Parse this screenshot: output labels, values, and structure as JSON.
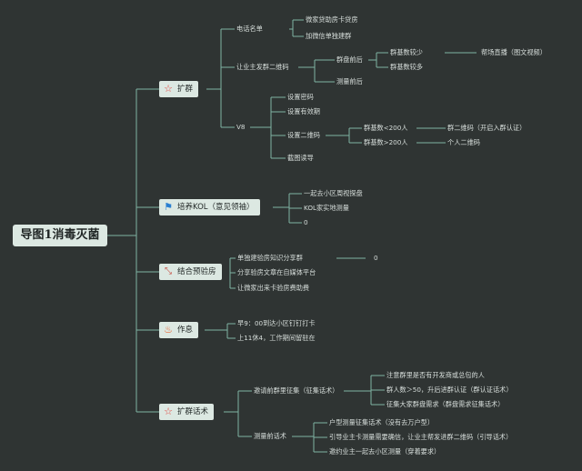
{
  "root": "导图1消毒灭菌",
  "branches": [
    {
      "label": "扩群",
      "icon": "star-icon",
      "children": [
        {
          "label": "电话名单",
          "children": [
            {
              "label": "微家贷助房卡贷房"
            },
            {
              "label": "加微信单独建群"
            }
          ]
        },
        {
          "label": "让业主发群二维码",
          "children": [
            {
              "label": "群盘前后",
              "children": [
                {
                  "label": "群基数较少",
                  "children": [
                    {
                      "label": "帮场直播（图文视频）"
                    }
                  ]
                },
                {
                  "label": "群基数较多"
                }
              ]
            },
            {
              "label": "测量前后"
            }
          ]
        },
        {
          "label": "V8",
          "children": [
            {
              "label": "设置密码"
            },
            {
              "label": "设置有效期"
            },
            {
              "label": "设置二维码",
              "children": [
                {
                  "label": "群基数<200人",
                  "children": [
                    {
                      "label": "群二维码（开启入群认证）"
                    }
                  ]
                },
                {
                  "label": "群基数>200人",
                  "children": [
                    {
                      "label": "个人二维码"
                    }
                  ]
                }
              ]
            },
            {
              "label": "截图读导"
            }
          ]
        }
      ]
    },
    {
      "label": "培养KOL（意见领袖）",
      "icon": "flag-icon",
      "children": [
        {
          "label": "一起去小区周视探盘"
        },
        {
          "label": "KOL家实地测量"
        },
        {
          "label": "0"
        }
      ]
    },
    {
      "label": "结合预验房",
      "icon": "connector-icon",
      "children": [
        {
          "label": "单独建验房知识分享群",
          "children": [
            {
              "label": "0"
            }
          ]
        },
        {
          "label": "分享验房文章在自媒体平台"
        },
        {
          "label": "让微家出来卡验房费助费"
        }
      ]
    },
    {
      "label": "作息",
      "icon": "fire-icon",
      "children": [
        {
          "label": "早9：00到达小区钉钉打卡"
        },
        {
          "label": "上11休4，工作期间留驻在"
        }
      ]
    },
    {
      "label": "扩群话术",
      "icon": "star-icon",
      "children": [
        {
          "label": "邀请前群里征集（征集话术）",
          "children": [
            {
              "label": "注意群里是否有开发商或总包的人"
            },
            {
              "label": "群人数＞50，升后进群认证（群认证话术）"
            },
            {
              "label": "征集大家群盘需求（群盘需求征集话术）"
            }
          ]
        },
        {
          "label": "测量前话术",
          "children": [
            {
              "label": "户型测量征集话术（没有去万户型）"
            },
            {
              "label": "引导业主卡测量需要确信，让业主帮发进群二维码（引导话术）"
            },
            {
              "label": "邀约业主一起去小区测量（穿着要求）"
            }
          ]
        }
      ]
    }
  ],
  "colors": {
    "background": "#2f3433",
    "line": "#7fb3a3",
    "node_fill": "#dce8e2",
    "text": "#d7dedb",
    "star": "#e2413a",
    "flag": "#2a7fd1",
    "fire": "#ea5a22"
  }
}
